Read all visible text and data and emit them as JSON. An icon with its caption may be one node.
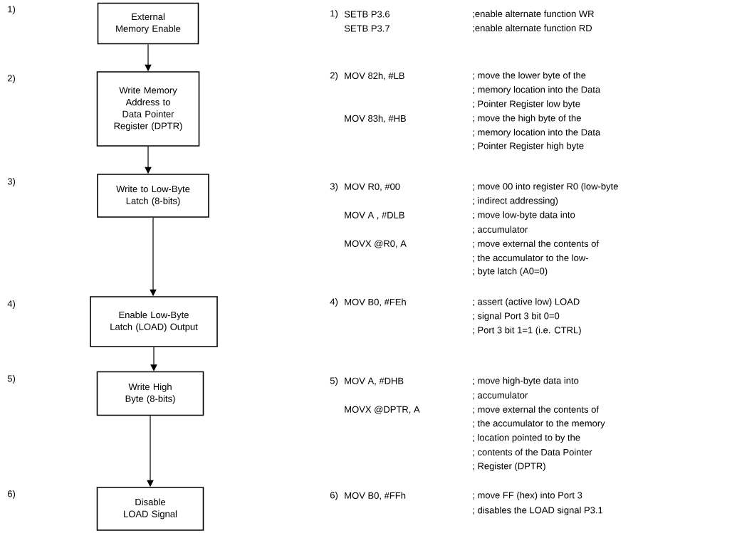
{
  "diagram": {
    "nodes": [
      {
        "text": [
          "External Memory Enable"
        ]
      },
      {
        "text": [
          "Write Memory Address to Data Pointer Register (DPTR)"
        ]
      },
      {
        "text": [
          "Write to Low-Byte Latch (8-bits)"
        ]
      },
      {
        "text": [
          "Enable Low-Byte Latch (LOAD) Output"
        ]
      },
      {
        "text": [
          "Write High Byte (8-bits)"
        ]
      },
      {
        "text": [
          "Disable LOAD Signal"
        ]
      }
    ],
    "edges": [
      {
        "from": 0,
        "to": 1,
        "arrow": "to"
      },
      {
        "from": 1,
        "to": 2,
        "arrow": "to"
      },
      {
        "from": 2,
        "to": 3,
        "arrow": "to"
      },
      {
        "from": 3,
        "to": 4,
        "arrow": "to"
      },
      {
        "from": 4,
        "to": 5,
        "arrow": "to"
      }
    ],
    "labels": [
      "1)",
      "2)",
      "3)",
      "4)",
      "5)",
      "6)",
      "1)",
      "SETB P3.6",
      ";enable alternate function WR",
      "SETB P3.7",
      ";enable alternate function RD",
      "2)",
      "MOV 82h, #LB",
      "; move the lower byte of the",
      "; memory location into the Data",
      "; Pointer Register low byte",
      "MOV 83h, #HB",
      "; move the high byte of the",
      "; memory location into the Data",
      "; Pointer Register high byte",
      "3)",
      "MOV R0, #00",
      "; move 00 into register R0 (low-byte",
      "; indirect addressing)",
      "MOV A , #DLB",
      "; move low-byte data into",
      "; accumulator",
      "MOVX @R0, A",
      "; move external the contents of",
      "; the accumulator to the low-",
      "; byte latch (A0=0)",
      "4)",
      "MOV B0, #FEh",
      "; assert (active low) LOAD",
      "; signal Port 3 bit 0=0",
      "; Port 3 bit 1=1 (i.e. CTRL)",
      "5)",
      "MOV A, #DHB",
      "; move high-byte data into",
      "; accumulator",
      "MOVX @DPTR, A",
      "; move external the contents of",
      "; the accumulator to the memory",
      "; location pointed to by the",
      "; contents of the Data Pointer",
      "; Register (DPTR)",
      "6)",
      "MOV B0, #FFh",
      "; move FF (hex) into Port 3",
      "; disables the LOAD signal P3.1"
    ]
  }
}
